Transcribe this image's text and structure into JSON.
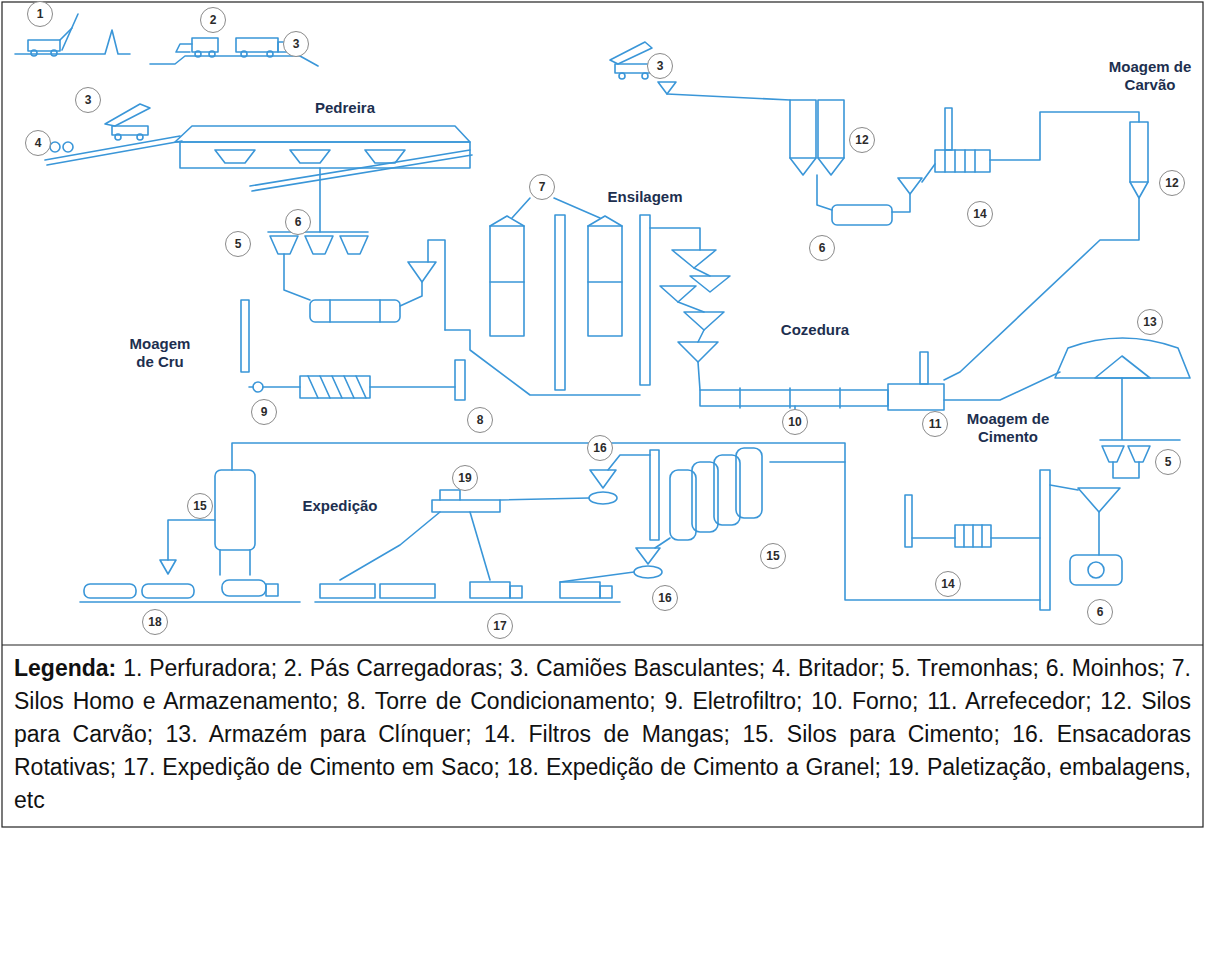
{
  "diagram": {
    "nodes": [
      {
        "text": [
          "Legenda:",
          "1. Perfuradora; 2. Pás Carregadoras; 3. Camiões Basculantes; 4. Britador; 5. Tremonhas; 6. Moinhos; 7. Silos Homo e Armazenamento; 8. Torre de Condicionamento; 9. Eletrofiltro; 10. Forno; 11. Arrefecedor; 12. Silos para Carvão; 13. Armazém para Clínquer; 14. Filtros de Mangas; 15. Silos para Cimento; 16. Ensacadoras Rotativas; 17. Expedição de Cimento em Saco; 18. Expedição de Cimento a Granel; 19. Paletização, embalagens, etc"
        ]
      }
    ],
    "labels": [
      "1",
      "2",
      "3",
      "3",
      "Pedreira",
      "4",
      "3",
      "Moagem de Carvão",
      "12",
      "12",
      "7",
      "Ensilagem",
      "14",
      "6",
      "6",
      "5",
      "Moagem de Cru",
      "Cozedura",
      "13",
      "9",
      "8",
      "10",
      "11",
      "Moagem de Cimento",
      "5",
      "16",
      "19",
      "15",
      "Expedição",
      "15",
      "14",
      "16",
      "6",
      "18",
      "17"
    ]
  }
}
